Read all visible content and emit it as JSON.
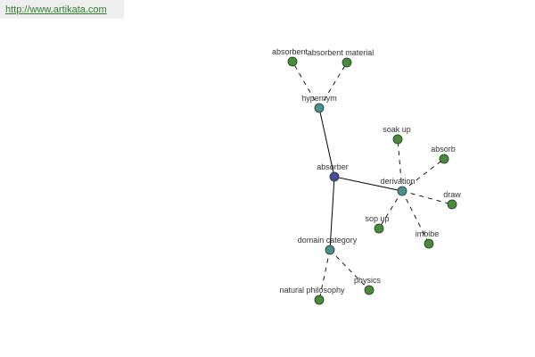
{
  "source_url": "http://www.artikata.com",
  "colors": {
    "central_node": "#4a4a9a",
    "relation_node": "#4d8f8f",
    "leaf_node": "#4a8a3a",
    "solid_edge": "#000000",
    "dashed_edge": "#000000",
    "url_text": "#2f7f2f"
  },
  "graph": {
    "nodes": [
      {
        "id": "absorber",
        "label": "absorber",
        "kind": "central"
      },
      {
        "id": "hypernym",
        "label": "hypernym",
        "kind": "relation"
      },
      {
        "id": "derivation",
        "label": "derivation",
        "kind": "relation"
      },
      {
        "id": "domain-category",
        "label": "domain category",
        "kind": "relation"
      },
      {
        "id": "absorbent",
        "label": "absorbent",
        "kind": "leaf"
      },
      {
        "id": "absorbent-material",
        "label": "absorbent material",
        "kind": "leaf"
      },
      {
        "id": "soak-up",
        "label": "soak up",
        "kind": "leaf"
      },
      {
        "id": "absorb",
        "label": "absorb",
        "kind": "leaf"
      },
      {
        "id": "draw",
        "label": "draw",
        "kind": "leaf"
      },
      {
        "id": "sop-up",
        "label": "sop up",
        "kind": "leaf"
      },
      {
        "id": "imbibe",
        "label": "imbibe",
        "kind": "leaf"
      },
      {
        "id": "natural-philosophy",
        "label": "natural philosophy",
        "kind": "leaf"
      },
      {
        "id": "physics",
        "label": "physics",
        "kind": "leaf"
      }
    ],
    "edges": [
      {
        "from": "absorber",
        "to": "hypernym",
        "style": "solid"
      },
      {
        "from": "absorber",
        "to": "derivation",
        "style": "solid"
      },
      {
        "from": "absorber",
        "to": "domain-category",
        "style": "solid"
      },
      {
        "from": "hypernym",
        "to": "absorbent",
        "style": "dashed"
      },
      {
        "from": "hypernym",
        "to": "absorbent-material",
        "style": "dashed"
      },
      {
        "from": "derivation",
        "to": "soak-up",
        "style": "dashed"
      },
      {
        "from": "derivation",
        "to": "absorb",
        "style": "dashed"
      },
      {
        "from": "derivation",
        "to": "draw",
        "style": "dashed"
      },
      {
        "from": "derivation",
        "to": "sop-up",
        "style": "dashed"
      },
      {
        "from": "derivation",
        "to": "imbibe",
        "style": "dashed"
      },
      {
        "from": "domain-category",
        "to": "natural-philosophy",
        "style": "dashed"
      },
      {
        "from": "domain-category",
        "to": "physics",
        "style": "dashed"
      }
    ]
  }
}
